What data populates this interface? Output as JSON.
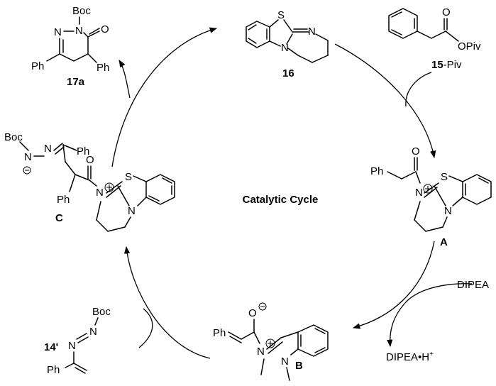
{
  "title": "Catalytic Cycle",
  "compounds": {
    "cat": {
      "id": "16",
      "atoms": [
        "S",
        "N",
        "N"
      ]
    },
    "substrate": {
      "id_bold": "15",
      "id_suffix": "-Piv",
      "atoms": [
        "O",
        "OPiv"
      ]
    },
    "A": {
      "id": "A",
      "atoms": [
        "Ph",
        "O",
        "S",
        "N",
        "N"
      ]
    },
    "B": {
      "id": "B",
      "atoms": [
        "Ph",
        "O",
        "N",
        "N"
      ]
    },
    "C": {
      "id": "C",
      "atoms": [
        "Boc",
        "N",
        "N",
        "Ph",
        "O",
        "N",
        "S",
        "N",
        "Ph"
      ]
    },
    "azo": {
      "id": "14'",
      "atoms": [
        "Boc",
        "N",
        "N",
        "Ph"
      ]
    },
    "product": {
      "id": "17a",
      "atoms": [
        "Boc",
        "N",
        "N",
        "O",
        "Ph",
        "Ph"
      ]
    }
  },
  "reagents": {
    "base": "DIPEA",
    "base_h": "DIPEA•H",
    "base_h_sup": "+"
  }
}
